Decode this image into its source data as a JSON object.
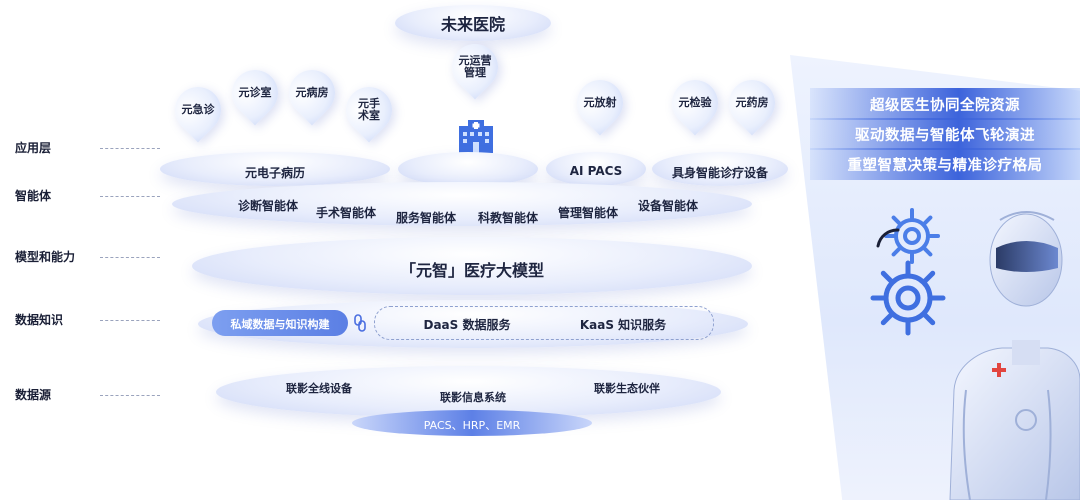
{
  "top": {
    "hospital": "未来医院",
    "operations": "元运营\n管理"
  },
  "pins_left": [
    "元急诊",
    "元诊室",
    "元病房",
    "元手\n术室"
  ],
  "pins_right": [
    "元放射",
    "元检验",
    "元药房"
  ],
  "layers": {
    "application": "应用层",
    "agent": "智能体",
    "model": "模型和能力",
    "knowledge": "数据知识",
    "source": "数据源"
  },
  "application_row": {
    "emr": "元电子病历",
    "aipacs": "AI PACS",
    "device": "具身智能诊疗设备"
  },
  "agent_row": [
    "诊断智能体",
    "手术智能体",
    "服务智能体",
    "科教智能体",
    "管理智能体",
    "设备智能体"
  ],
  "model_row": {
    "title": "「元智」医疗大模型"
  },
  "knowledge_row": {
    "private": "私域数据与知识构建",
    "daas": "DaaS 数据服务",
    "kaas": "KaaS 知识服务"
  },
  "source_row": {
    "devices": "联影全线设备",
    "info": "联影信息系统",
    "eco": "联影生态伙伴",
    "systems": "PACS、HRP、EMR"
  },
  "slogans": [
    "超级医生协同全院资源",
    "驱动数据与智能体飞轮演进",
    "重塑智慧决策与精准诊疗格局"
  ],
  "colors": {
    "accent": "#4a6ee0",
    "slogan_from": "#8fb0f5",
    "slogan_to": "#3c63db"
  }
}
